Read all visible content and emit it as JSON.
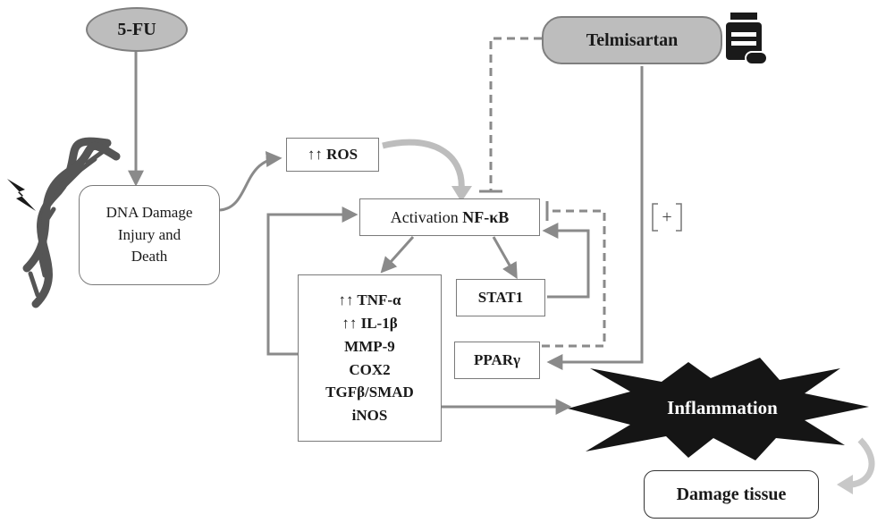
{
  "nodes": {
    "five_fu": "5-FU",
    "telmisartan": "Telmisartan",
    "dna_damage": [
      "DNA Damage",
      "Injury and",
      "Death"
    ],
    "ros_arrows": "↑↑",
    "ros": "ROS",
    "activation_prefix": "Activation",
    "nfkb": "NF-κB",
    "stat1": "STAT1",
    "ppar": "PPARγ",
    "mediators": [
      "↑↑ TNF-α",
      "↑↑ IL-1β",
      "MMP-9",
      "COX2",
      "TGFβ/SMAD",
      "iNOS"
    ],
    "inflammation": "Inflammation",
    "damage_tissue": "Damage tissue",
    "plus_sign": "+"
  },
  "colors": {
    "arrow": "#8a8a8a",
    "pill_fill": "#bdbdbd",
    "inflammation_fill": "#151515",
    "dna": "#555555"
  },
  "icons": [
    "dna-helix-icon",
    "lightning-icon",
    "medicine-bottle-icon"
  ]
}
